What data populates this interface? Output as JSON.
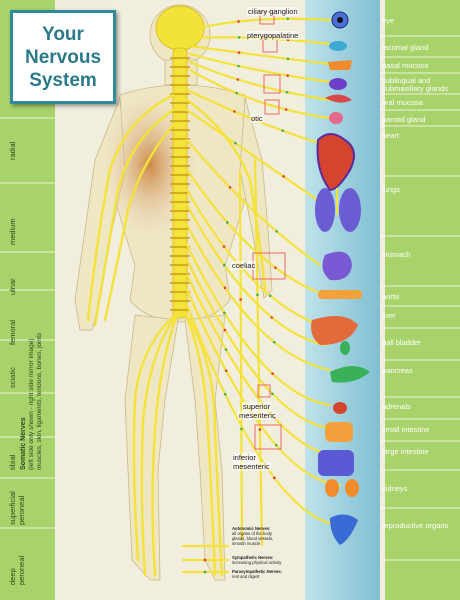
{
  "title": {
    "line1": "Your",
    "line2": "Nervous",
    "line3": "System"
  },
  "ganglia": {
    "ciliary": "ciliary ganglion",
    "pterygopalatine": "pterygopalatine",
    "otic": "otic",
    "coeliac": "coeliac",
    "superior_mesenteric_1": "superior",
    "superior_mesenteric_2": "mesenteric",
    "inferior_mesenteric_1": "inferior",
    "inferior_mesenteric_2": "mesenteric"
  },
  "organs": [
    "eye",
    "lacrimal gland",
    "nasal mucosa",
    "sublingual and",
    "submaxillary glands",
    "oral mucosa",
    "parotid gland",
    "heart",
    "lungs",
    "stomach",
    "aorta",
    "liver",
    "gall bladder",
    "pancreas",
    "adrenals",
    "small intestine",
    "large intestine",
    "kidneys",
    "reproductive organs"
  ],
  "somatic_nerves": {
    "radial": "radial",
    "medium": "medium",
    "ulnar": "ulnar",
    "femoral": "femoral",
    "sciatic": "sciatic",
    "heading": "Somatic Nerves",
    "line1": "(left side only shown - right side mirror image)",
    "line2": "muscles, skin, ligaments, tendons, bones, joints",
    "tibial": "tibial",
    "superficial_peroneal_1": "superficial",
    "superficial_peroneal_2": "peroneal",
    "deep_peroneal_1": "deep",
    "deep_peroneal_2": "peroneal"
  },
  "legend": {
    "autonomic_title": "Autonomic Nerves:",
    "autonomic_1": "all organs of the body",
    "autonomic_2": "glands, blood vessels,",
    "autonomic_3": "smooth muscle",
    "sympathetic_title": "Sympathetic Nerves:",
    "sympathetic_1": "increasing physical activity",
    "parasympathetic_title": "Parasympathetic Nerves:",
    "parasympathetic_1": "rest and digest"
  },
  "colors": {
    "background_green": "#a8d26a",
    "paper": "#f2eedd",
    "organ_band": "#9dd0de",
    "nerve_yellow": "#f3e23a",
    "title_teal": "#2b7a8a"
  }
}
